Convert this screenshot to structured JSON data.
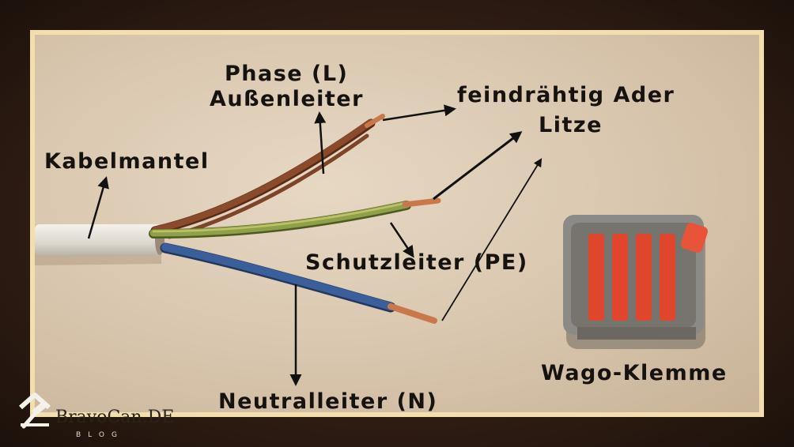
{
  "labels": {
    "phase_line1": "Phase (L)",
    "phase_line2": "Außenleiter",
    "fine_line1": "feindrähtig Ader",
    "fine_line2": "Litze",
    "kabelmantel": "Kabelmantel",
    "schutzleiter": "Schutzleiter (PE)",
    "neutralleiter": "Neutralleiter (N)",
    "wago": "Wago-Klemme"
  },
  "watermark": {
    "brand": "BravoCan.DE",
    "sub": "BLOG"
  },
  "colors": {
    "frame_border": "#f3deae",
    "wall": "#e0cfb8",
    "cable_sheath": "#e9e6e0",
    "brown_wire": "#8a4a2c",
    "green_yellow_wire": "#8fa04a",
    "blue_wire": "#3b5f9a",
    "copper": "#c9784c",
    "wago_body": "#8c8a86",
    "wago_levers": "#e0462e"
  }
}
